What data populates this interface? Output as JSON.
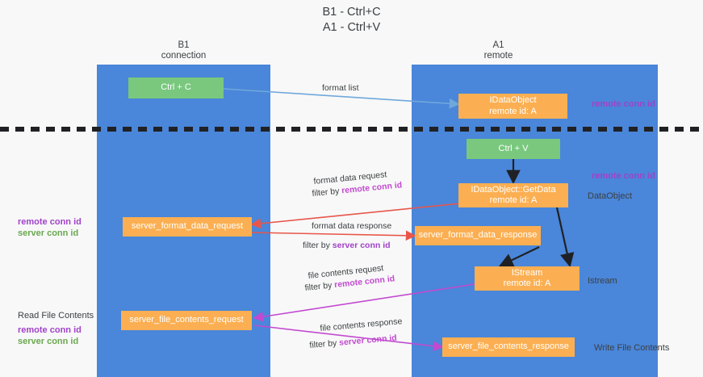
{
  "title": "B1 - Ctrl+C\nA1 - Ctrl+V",
  "lanes": [
    {
      "name": "b1",
      "label": "B1\nconnection"
    },
    {
      "name": "a1",
      "label": "A1\nremote"
    }
  ],
  "colors": {
    "lane": "#4a86d9",
    "green_node": "#79c87e",
    "orange_node": "#fbaf52",
    "purple_text": "#a142c8",
    "green_text": "#6aa84f",
    "magenta_arrow": "#c24ad0",
    "red_arrow": "#e8564a",
    "blue_arrow": "#6fa8dc",
    "black_arrow": "#202124",
    "background": "#f8f8f8"
  },
  "nodes": {
    "ctrl_c": {
      "line1": "Ctrl + C"
    },
    "idataobject": {
      "line1": "IDataObject",
      "line2": "remote id: A"
    },
    "ctrl_v": {
      "line1": "Ctrl + V"
    },
    "getdata": {
      "line1": "IDataObject::GetData",
      "line2": "remote id: A"
    },
    "format_data_request": {
      "line1": "server_format_data_request"
    },
    "format_data_response": {
      "line1": "server_format_data_response"
    },
    "istream": {
      "line1": "IStream",
      "line2": "remote id: A"
    },
    "file_contents_request": {
      "line1": "server_file_contents_request"
    },
    "file_contents_response": {
      "line1": "server_file_contents_response"
    }
  },
  "right_annotations": {
    "remote_conn_id_top": "remote conn id",
    "remote_conn_id_mid": "remote conn id",
    "dataobject": "DataObject",
    "istream": "Istream",
    "write_file_contents": "Write File Contents"
  },
  "left_annotations": {
    "remote_conn_id": "remote conn id",
    "server_conn_id": "server conn id",
    "read_file_contents": "Read File Contents",
    "remote_conn_id_2": "remote conn id",
    "server_conn_id_2": "server conn id"
  },
  "edge_labels": {
    "format_list": "format list",
    "format_data_request": "format data request",
    "format_data_request_filter_prefix": "filter by ",
    "format_data_request_filter_key": "remote conn id",
    "format_data_response": "format data response",
    "format_data_response_filter_prefix": "filter by ",
    "format_data_response_filter_key": "server conn id",
    "file_contents_request": "file contents request",
    "file_contents_request_filter_prefix": "filter by ",
    "file_contents_request_filter_key": "remote conn id",
    "file_contents_response": "file contents response",
    "file_contents_response_filter_prefix": "filter by ",
    "file_contents_response_filter_key": "server conn id"
  }
}
